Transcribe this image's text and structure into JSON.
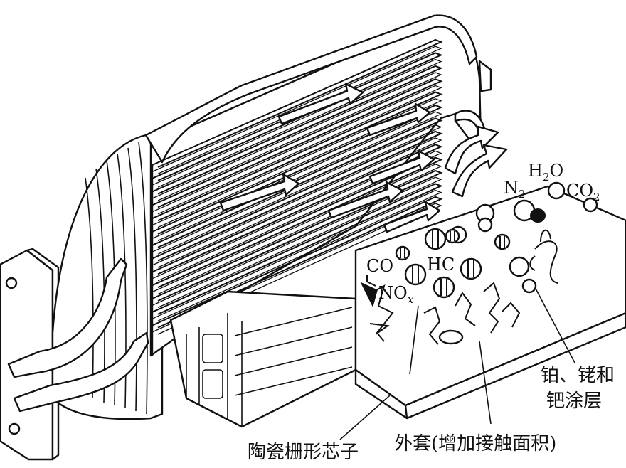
{
  "molecules": {
    "n2": "N",
    "n2_sub": "2",
    "h2o_h": "H",
    "h2o_sub": "2",
    "h2o_o": "O",
    "co2": "CO",
    "co2_sub": "2",
    "co": "CO",
    "hc": "HC",
    "nox": "NO",
    "nox_sub": "x"
  },
  "labels": {
    "coating_line1": "铂、铑和",
    "coating_line2": "钯涂层",
    "ceramic_core": "陶瓷栅形芯子",
    "outer_shell": "外套(增加接触面积)"
  }
}
